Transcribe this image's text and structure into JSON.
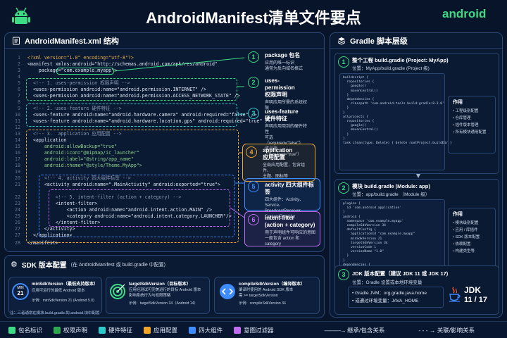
{
  "header": {
    "title": "AndroidManifest清单文件要点",
    "logo_text": "android",
    "android_color": "#3ddc84"
  },
  "manifest_panel": {
    "title": "AndroidManifest.xml 结构",
    "lines": [
      {
        "n": "1",
        "t": "<?xml version=\"1.0\" encoding=\"utf-8\"?>"
      },
      {
        "n": "2",
        "t": "<manifest xmlns:android=\"http://schemas.android.com/apk/res/android\""
      },
      {
        "n": "3",
        "t": "    package=\"com.example.myapp\">"
      },
      {
        "n": "4",
        "t": ""
      },
      {
        "n": "5",
        "t": "  <!-- 1. uses-permission 权限声明 -->"
      },
      {
        "n": "6",
        "t": "  <uses-permission android:name=\"android.permission.INTERNET\" />"
      },
      {
        "n": "7",
        "t": "  <uses-permission android:name=\"android.permission.ACCESS_NETWORK_STATE\" />"
      },
      {
        "n": "8",
        "t": ""
      },
      {
        "n": "9",
        "t": "  <!-- 2. uses-feature 硬件特征 -->"
      },
      {
        "n": "10",
        "t": "  <uses-feature android:name=\"android.hardware.camera\" android:required=\"false\" />"
      },
      {
        "n": "11",
        "t": "  <uses-feature android:name=\"android.hardware.location.gps\" android:required=\"true\" />"
      },
      {
        "n": "12",
        "t": ""
      },
      {
        "n": "13",
        "t": "  <!-- 3.  application 应用配置 -->"
      },
      {
        "n": "14",
        "t": "  <application"
      },
      {
        "n": "15",
        "t": "      android:allowBackup=\"true\""
      },
      {
        "n": "16",
        "t": "      android:icon=\"@mipmap/ic_launcher\""
      },
      {
        "n": "17",
        "t": "      android:label=\"@string/app_name\""
      },
      {
        "n": "18",
        "t": "      android:theme=\"@style/Theme.MyApp\">"
      },
      {
        "n": "19",
        "t": ""
      },
      {
        "n": "20",
        "t": "      <!-- 4. activity 四大组件标签 -->"
      },
      {
        "n": "21",
        "t": "      <activity android:name=\".MainActivity\" android:exported=\"true\">"
      },
      {
        "n": "22",
        "t": "          <!-- 5. intent-filter (action + category) -->"
      },
      {
        "n": "23",
        "t": "          <intent-filter>"
      },
      {
        "n": "24",
        "t": "              <action android:name=\"android.intent.action.MAIN\" />"
      },
      {
        "n": "25",
        "t": "              <category android:name=\"android.intent.category.LAUNCHER\"/>"
      },
      {
        "n": "26",
        "t": "          </intent-filter>"
      },
      {
        "n": "27",
        "t": "      </activity>"
      },
      {
        "n": "27",
        "t": "  </application>"
      },
      {
        "n": "28",
        "t": "</manifest>"
      }
    ]
  },
  "annotations": [
    {
      "num": "1",
      "title": "package 包名",
      "desc": "应用的唯一标识\n通常为反向域名格式",
      "color": "#3ddc84"
    },
    {
      "num": "2",
      "title": "uses-permission\n权限声明",
      "desc": "声明应用所需的系统权限",
      "color": "#3ddc84"
    },
    {
      "num": "3",
      "title": "uses-feature\n硬件特征",
      "desc": "声明应用用到的硬件特性\n可选（required=\"false\"）\n或必须（required=\"true\"）",
      "color": "#2fc9c9"
    },
    {
      "num": "4",
      "title": "application\n应用配置",
      "desc": "全局应用配置，包含组件、\n主题、图标等",
      "color": "#f0a52a"
    },
    {
      "num": "5",
      "title": "activity 四大组件标签",
      "desc": "四大组件：Activity、Service、\nBroadcastReceiver、ContentProvider",
      "color": "#3f8cff"
    },
    {
      "num": "6",
      "title": "intent-filter\n(action + category)",
      "desc": "用于声明组件可响应的意图\n一般包含 action 和 category",
      "color": "#c06cf0"
    }
  ],
  "gradle_panel": {
    "title": "Gradle 脚本层级",
    "items": [
      {
        "num": "1",
        "title": "整个工程 build.gradle (Project: MyApp)",
        "sub": "位置：MyApp/build.gradle (Project 级)",
        "code": "buildscript {\n  repositories {\n    google()\n    mavenCentral()\n  }\n  dependencies {\n    classpath 'com.android.tools.build:gradle:8.3.0'\n  }\n}\nallprojects {\n  repositories {\n    google()\n    mavenCentral()\n  }\n}\ntask clean(type: Delete) { delete rootProject.buildDir }",
        "side_title": "作用",
        "side": [
          "• 工程级别配置",
          "• 仓库管理",
          "• 插件版本管理",
          "• 所有模块通用配置"
        ]
      },
      {
        "num": "2",
        "title": "模块 build.gradle (Module: app)",
        "sub": "位置：app/build.gradle （Module 级）",
        "code": "plugins {\n  id 'com.android.application'\n}\nandroid {\n  namespace 'com.example.myapp'\n  compileSdkVersion 34\n  defaultConfig {\n    applicationId \"com.example.myapp\"\n    minSdkVersion 21\n    targetSdkVersion 34\n    versionCode 1\n    versionName \"1.0\"\n  }\n}\ndependencies {\n  implementation 'androidx.core:core-ktx:1.12.0'\n}",
        "side_title": "作用",
        "side": [
          "• 模块级别配置",
          "• 应用 / 库插件",
          "• SDK 版本配置",
          "• 依赖配置",
          "• 构建类型等"
        ]
      },
      {
        "num": "3",
        "title": "JDK 版本配置（建议 JDK 11 或 JDK 17)",
        "sub": "位置：Gradle 设置或本地环境变量",
        "bullets": [
          "• Gradle JVM：org.gradle.java.home",
          "• 或通过环境变量：JAVA_HOME"
        ],
        "jdk_label": "JDK",
        "jdk_versions": "11 / 17"
      }
    ]
  },
  "sdk_panel": {
    "title": "SDK 版本配置",
    "subtitle": "(在 AndroidManifest 或 build.gradle 中配置)",
    "cards": [
      {
        "badge_top": "MIN",
        "badge_num": "21",
        "title": "minSdkVersion（最低支持版本）",
        "desc": "应用可运行的最低 Android 版本",
        "example": "示例：minSdkVersion 21 (Android 5.0)"
      },
      {
        "title": "targetSdkVersion（目标版本）",
        "desc": "应用经测试可完美运行的目标 Android 版本\n影响系统行为与权限策略",
        "example": "示例：targetSdkVersion 34（Android 14）"
      },
      {
        "title": "compileSdkVersion（编译版本）",
        "desc": "编译时使用的 Android SDK 版本\n需 >= targetSdkVersion",
        "example": "示例：compileSdkVersion 34"
      }
    ],
    "note": "注：三者通常在模块 build.gradle 的 android 块中配置"
  },
  "legend": {
    "items": [
      {
        "label": "包名标识",
        "color": "#3ddc84"
      },
      {
        "label": "权限声明",
        "color": "#2ea84f"
      },
      {
        "label": "硬件特征",
        "color": "#2fc9c9"
      },
      {
        "label": "应用配置",
        "color": "#f0a52a"
      },
      {
        "label": "四大组件",
        "color": "#3f8cff"
      },
      {
        "label": "意图过滤器",
        "color": "#c06cf0"
      }
    ],
    "inherit": "继承/包含关系",
    "relation": "关联/影响关系"
  }
}
